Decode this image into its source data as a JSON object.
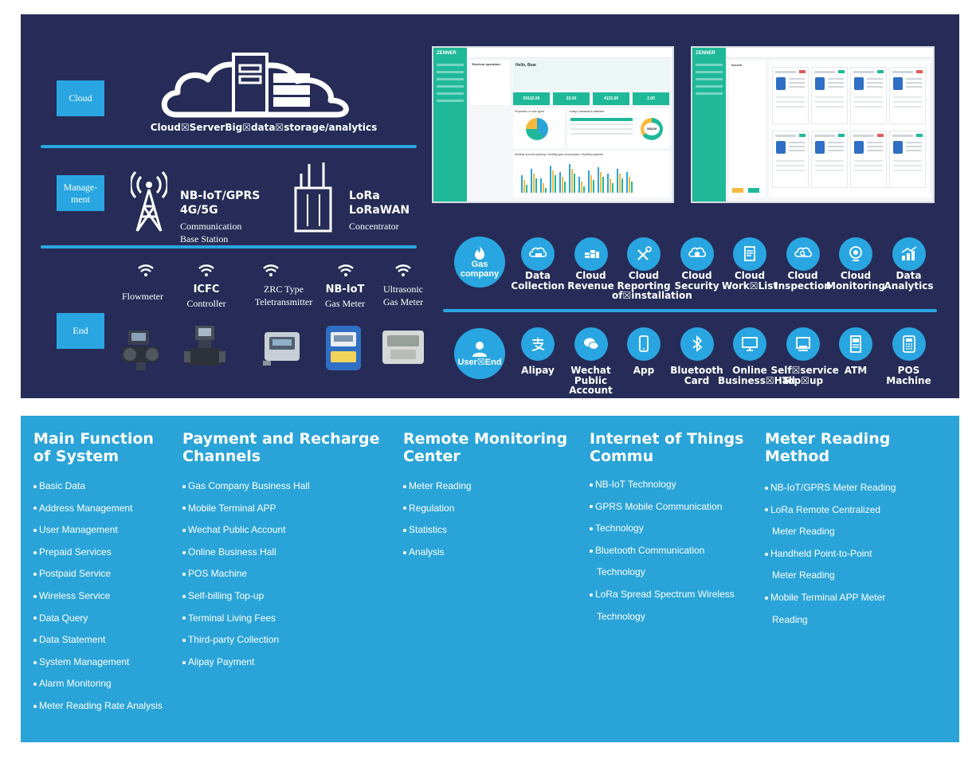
{
  "tiers": {
    "cloud": "Cloud",
    "management": "Manage-\nment",
    "end": "End"
  },
  "cloud_caption": "Cloud☒ServerBig☒data☒storage/analytics",
  "network": {
    "nbiot_line1": "NB-IoT/GPRS",
    "nbiot_line2": "4G/5G",
    "nbiot_sub1": "Communication",
    "nbiot_sub2": "Base Station",
    "lora_line1": "LoRa",
    "lora_line2": "LoRaWAN",
    "lora_sub": "Concentrator"
  },
  "devices": [
    {
      "title": "",
      "subtitle": "Flowmeter"
    },
    {
      "title": "ICFC",
      "subtitle": "Controller"
    },
    {
      "title": "ZRC Type",
      "subtitle": "Teletransmitter"
    },
    {
      "title": "NB-IoT",
      "subtitle": "Gas Meter"
    },
    {
      "title": "Ultrasonic",
      "subtitle": "Gas Meter"
    }
  ],
  "gas_company": "Gas\ncompany",
  "user_end": "User☒End",
  "services": [
    {
      "label": "Data\nCollection",
      "icon": "cloud-cart-icon"
    },
    {
      "label": "Cloud\nRevenue",
      "icon": "cloud-coins-icon"
    },
    {
      "label": "Cloud\nReporting\nof☒installation",
      "icon": "tools-icon"
    },
    {
      "label": "Cloud\nSecurity",
      "icon": "cloud-shield-icon"
    },
    {
      "label": "Cloud\nWork☒List",
      "icon": "document-icon"
    },
    {
      "label": "Cloud\nInspection",
      "icon": "cloud-search-icon"
    },
    {
      "label": "Cloud\nMonitoring",
      "icon": "webcam-icon"
    },
    {
      "label": "Data\nAnalytics",
      "icon": "chart-growth-icon"
    }
  ],
  "channels": [
    {
      "label": "Alipay",
      "icon": "alipay-icon"
    },
    {
      "label": "Wechat\nPublic\nAccount",
      "icon": "wechat-icon"
    },
    {
      "label": "App",
      "icon": "phone-icon"
    },
    {
      "label": "Bluetooth\nCard",
      "icon": "bluetooth-icon"
    },
    {
      "label": "Online\nBusiness☒Hall",
      "icon": "monitor-icon"
    },
    {
      "label": "Self☒service\nTop☒up",
      "icon": "kiosk-icon"
    },
    {
      "label": "ATM",
      "icon": "atm-icon"
    },
    {
      "label": "POS\nMachine",
      "icon": "pos-icon"
    }
  ],
  "screens": {
    "brand": "ZENNER",
    "dash_title": "Shortcut operation",
    "dash_hello": "Hello, Bear",
    "dash_stat1": "50122.00",
    "dash_stat2": "22.00",
    "dash_stat3": "4122.00",
    "dash_stat4": "2.00",
    "dash_pie_title": "Proportion of user types",
    "dash_table_title": "Today's transaction statistics",
    "dash_donut_value": "7622.00",
    "dash_bar_title": "Monthly account opening / Monthly gas consumption / Monthly payment",
    "meter_panel_title": "Screen"
  },
  "columns": [
    {
      "title": "Main Function\nof System",
      "items": [
        "Basic Data",
        "Address Management",
        "User Management",
        "Prepaid Services",
        "Postpaid Service",
        "Wireless Service",
        "Data Query",
        "Data Statement",
        "System Management",
        "Alarm Monitoring",
        "Meter Reading Rate Analysis"
      ]
    },
    {
      "title": "Payment and Recharge\nChannels",
      "items": [
        "Gas Company Business Hall",
        "Mobile Terminal APP",
        "Wechat Public Account",
        "Online Business Hall",
        "POS Machine",
        "Self-billing Top-up",
        "Terminal Living Fees",
        "Third-party Collection",
        "Alipay Payment"
      ]
    },
    {
      "title": "Remote Monitoring\nCenter",
      "items": [
        "Meter Reading",
        "Regulation",
        "Statistics",
        "Analysis"
      ]
    },
    {
      "title": "Internet of Things\nCommu",
      "items": [
        "NB-IoT Technology",
        "GPRS Mobile Communication",
        "Technology",
        "Bluetooth Communication",
        "Technology",
        "LoRa Spread Spectrum Wireless",
        "Technology"
      ]
    },
    {
      "title": "Meter Reading Method",
      "items": [
        "NB-IoT/GPRS Meter Reading",
        "LoRa Remote Centralized",
        "Meter Reading",
        "Handheld Point-to-Point",
        "Meter Reading",
        "Mobile Terminal APP Meter",
        "Reading"
      ]
    }
  ],
  "colors": {
    "navy": "#262c57",
    "accent": "#29a6e1",
    "bottom": "#2aa4d8"
  }
}
